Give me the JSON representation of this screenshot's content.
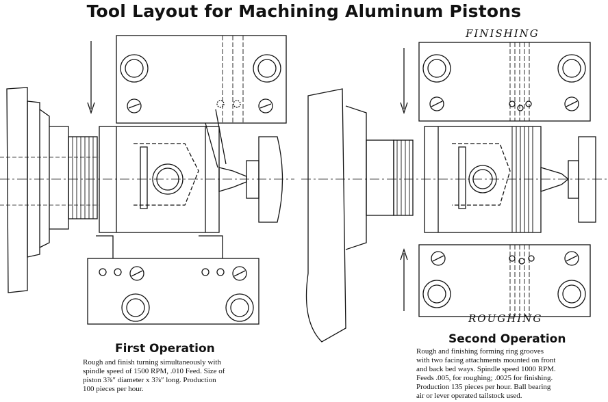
{
  "title": "Tool Layout for Machining Aluminum Pistons",
  "labels": {
    "finishing": "FINISHING",
    "roughing": "ROUGHING"
  },
  "first_operation": {
    "heading": "First Operation",
    "lines": [
      "Rough and finish turning simultaneously with",
      "spindle speed of 1500 RPM, .010 Feed.  Size of",
      "piston 3⅞″ diameter x 3⅞″ long.  Production",
      "100 pieces per hour."
    ]
  },
  "second_operation": {
    "heading": "Second Operation",
    "lines": [
      "Rough and finishing forming ring grooves",
      "with two facing attachments mounted on front",
      "and back bed ways.  Spindle speed 1000 RPM.",
      "Feeds .005, for roughing; .0025 for finishing.",
      "Production 135 pieces per hour.  Ball bearing",
      "air or lever operated tailstock used."
    ]
  }
}
